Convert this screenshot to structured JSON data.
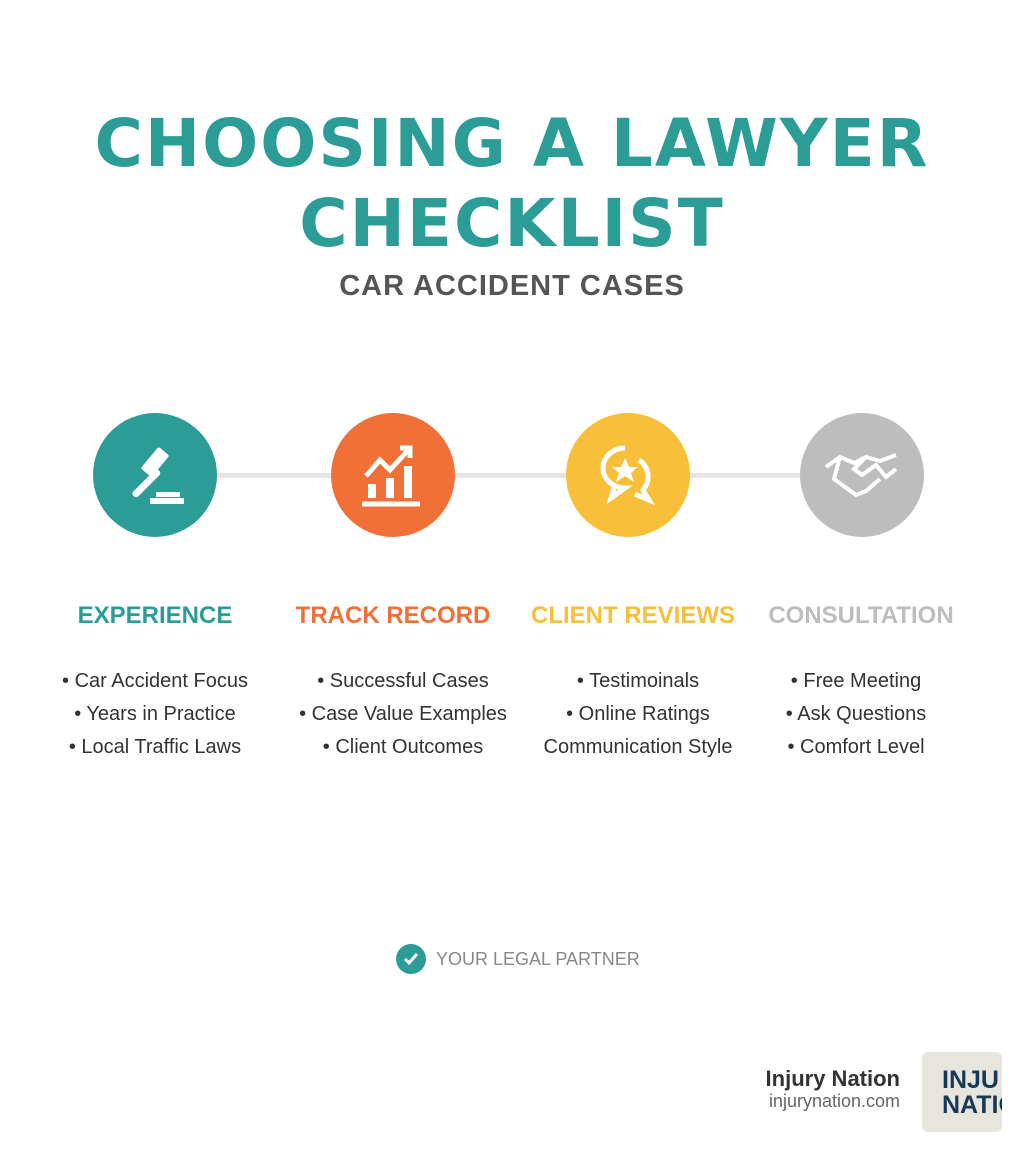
{
  "title": {
    "line1": "CHOOSING A LAWYER",
    "line2": "CHECKLIST",
    "subtitle": "CAR ACCIDENT CASES"
  },
  "steps": [
    {
      "icon": "gavel-icon",
      "color": "#2b9d96",
      "heading": "EXPERIENCE",
      "items": [
        "• Car Accident Focus",
        "• Years in Practice",
        "• Local Traffic Laws"
      ]
    },
    {
      "icon": "growth-chart-icon",
      "color": "#f07038",
      "heading": "TRACK RECORD",
      "items": [
        "• Successful Cases",
        "• Case Value Examples",
        "• Client Outcomes"
      ]
    },
    {
      "icon": "star-review-bubble-icon",
      "color": "#f8bf3a",
      "heading": "CLIENT REVIEWS",
      "items": [
        "• Testimoinals",
        "• Online Ratings",
        "Communication Style"
      ]
    },
    {
      "icon": "handshake-icon",
      "color": "#bdbdbd",
      "heading": "CONSULTATION",
      "items": [
        "• Free Meeting",
        "• Ask Questions",
        "• Comfort Level"
      ]
    }
  ],
  "footer": {
    "tagline": "YOUR LEGAL PARTNER",
    "brand": "Injury Nation",
    "url": "injurynation.com",
    "logo_text": "INJU NATIO"
  }
}
